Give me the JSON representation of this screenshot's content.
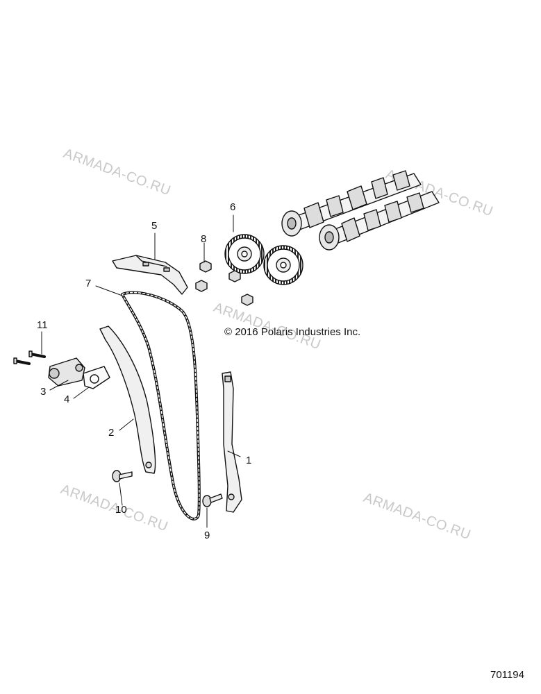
{
  "watermark_text": "ARMADA-CO.RU",
  "copyright": "© 2016 Polaris Industries Inc.",
  "drawing_number": "701194",
  "callouts": {
    "c1": "1",
    "c2": "2",
    "c3": "3",
    "c4": "4",
    "c5": "5",
    "c6": "6",
    "c7": "7",
    "c8": "8",
    "c9": "9",
    "c10": "10",
    "c11": "11"
  }
}
